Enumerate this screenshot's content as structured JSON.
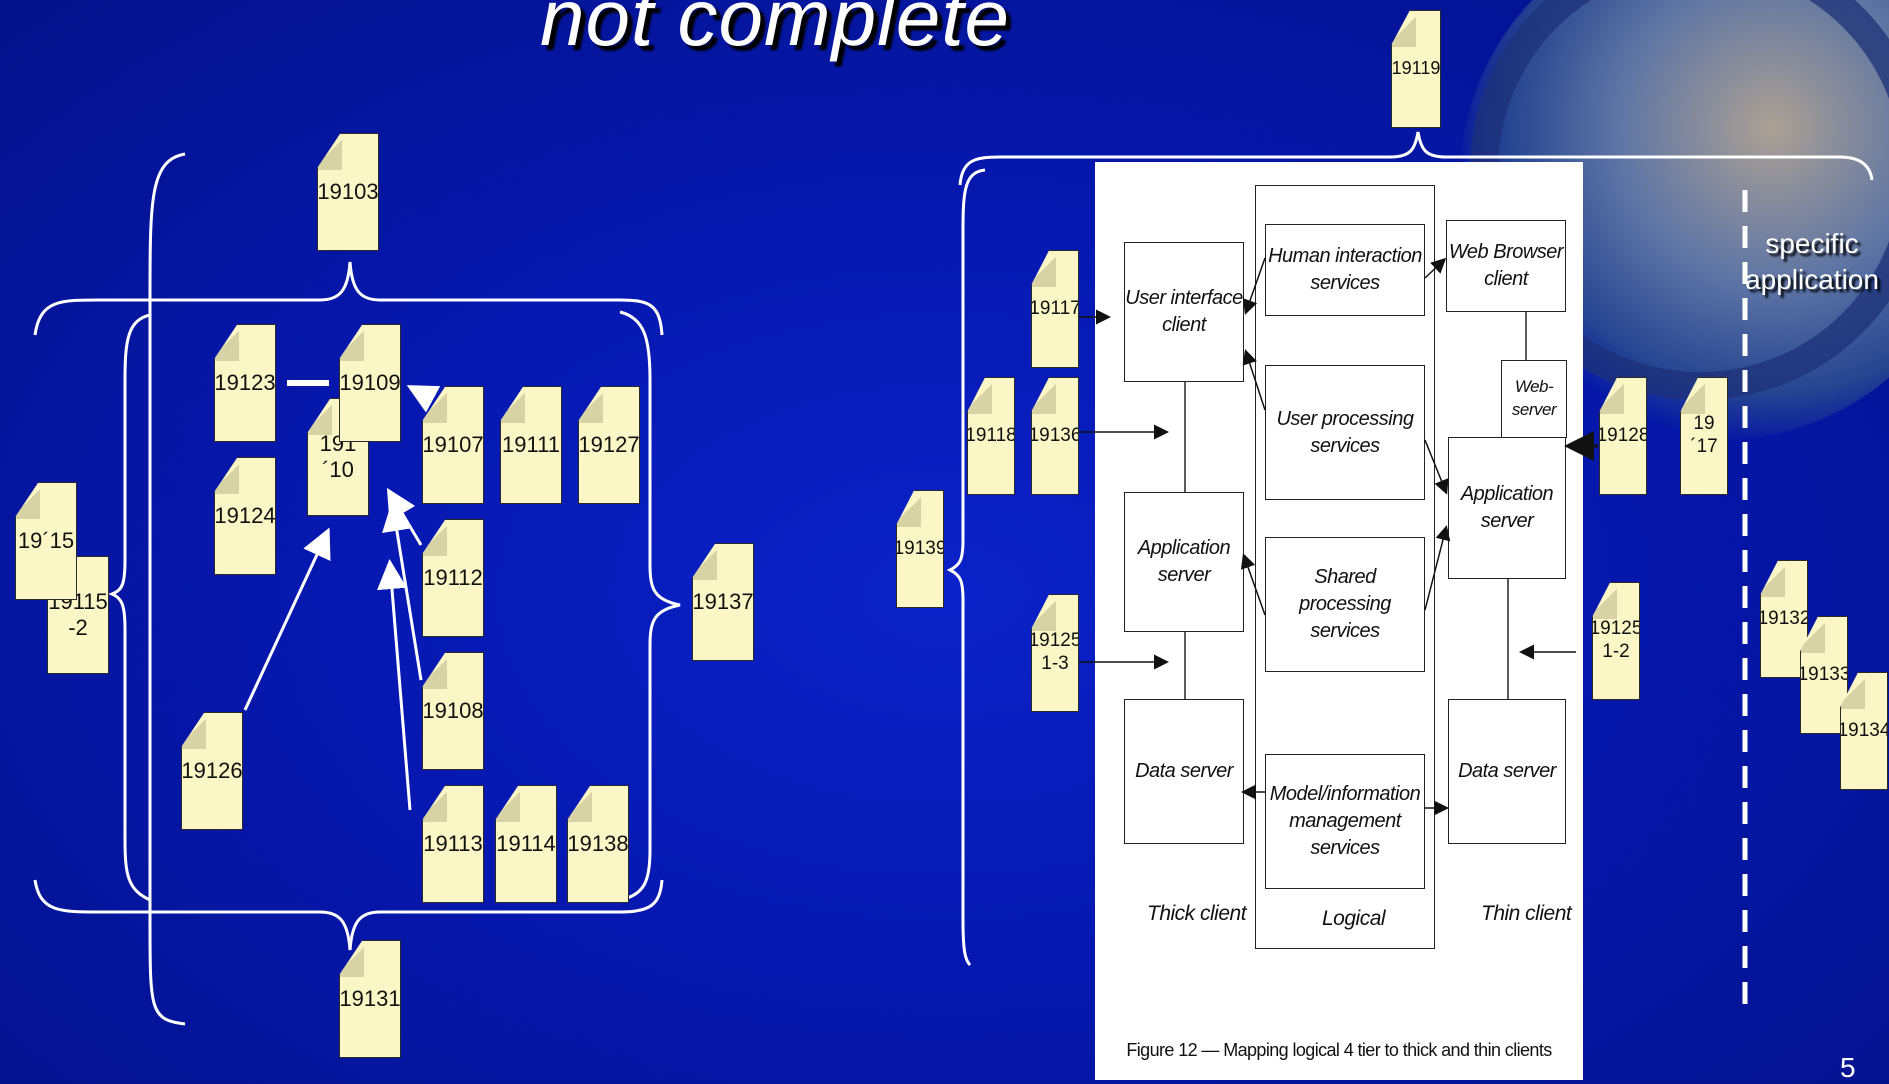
{
  "slide": {
    "title": "not complete",
    "specific_label": "specific\napplication",
    "page_number": "5"
  },
  "docs": {
    "d19103": "19103",
    "d19123": "19123",
    "d19109": "19109",
    "d19110": "191´10",
    "d19107": "19107",
    "d19111": "19111",
    "d19127": "19127",
    "d19124": "19124",
    "d19115": "19´15",
    "d19115_2": "19115\n-2",
    "d19112": "19112",
    "d19108": "19108",
    "d19137": "19137",
    "d19126": "19126",
    "d19113": "19113",
    "d19114": "19114",
    "d19138": "19138",
    "d19131": "19131",
    "d19119": "19119",
    "d19117a": "19117",
    "d19118": "19118",
    "d19136": "19136",
    "d19139": "19139",
    "d19125_13": "19125\n1-3",
    "d19128": "19128",
    "d19117b": "19´17",
    "d19125_12": "19125\n1-2",
    "d19132": "19132",
    "d19133": "19133",
    "d19134": "19134"
  },
  "figure": {
    "boxes": {
      "ui_client": "User interface\nclient",
      "human_interaction": "Human interaction services",
      "web_browser": "Web Browser client",
      "web_server": "Web-server",
      "user_processing": "User processing services",
      "app_server_left": "Application server",
      "app_server_right": "Application server",
      "shared_processing": "Shared processing services",
      "data_server_left": "Data server",
      "data_server_right": "Data server",
      "model_info": "Model/information\nmanagement services"
    },
    "labels": {
      "thick": "Thick client",
      "logical": "Logical",
      "thin": "Thin client"
    },
    "caption": "Figure 12 — Mapping logical 4 tier to thick and thin clients"
  }
}
